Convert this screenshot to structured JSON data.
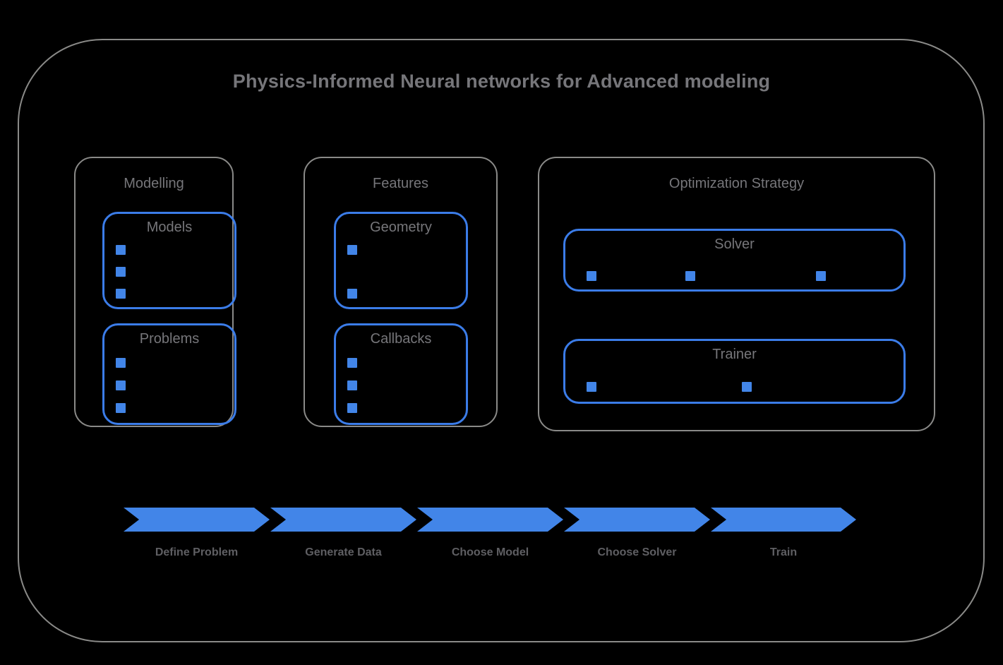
{
  "diagram": {
    "title": "Physics-Informed Neural networks for Advanced modeling",
    "colors": {
      "background": "#000000",
      "outline_gray": "#8a8a88",
      "label_gray": "#76767a",
      "accent_blue": "#3b7ce8",
      "marker_blue": "#4285e8"
    }
  },
  "groups": [
    {
      "name": "Modelling",
      "boxes": [
        {
          "name": "Models",
          "markers": 3,
          "layout": "vertical"
        },
        {
          "name": "Problems",
          "markers": 3,
          "layout": "vertical"
        }
      ]
    },
    {
      "name": "Features",
      "boxes": [
        {
          "name": "Geometry",
          "markers": 2,
          "layout": "vertical"
        },
        {
          "name": "Callbacks",
          "markers": 3,
          "layout": "vertical"
        }
      ]
    },
    {
      "name": "Optimization Strategy",
      "boxes": [
        {
          "name": "Solver",
          "markers": 3,
          "layout": "horizontal"
        },
        {
          "name": "Trainer",
          "markers": 2,
          "layout": "horizontal"
        }
      ]
    }
  ],
  "pipeline": {
    "steps": [
      {
        "label": "Define Problem"
      },
      {
        "label": "Generate Data"
      },
      {
        "label": "Choose Model"
      },
      {
        "label": "Choose Solver"
      },
      {
        "label": "Train"
      }
    ]
  }
}
